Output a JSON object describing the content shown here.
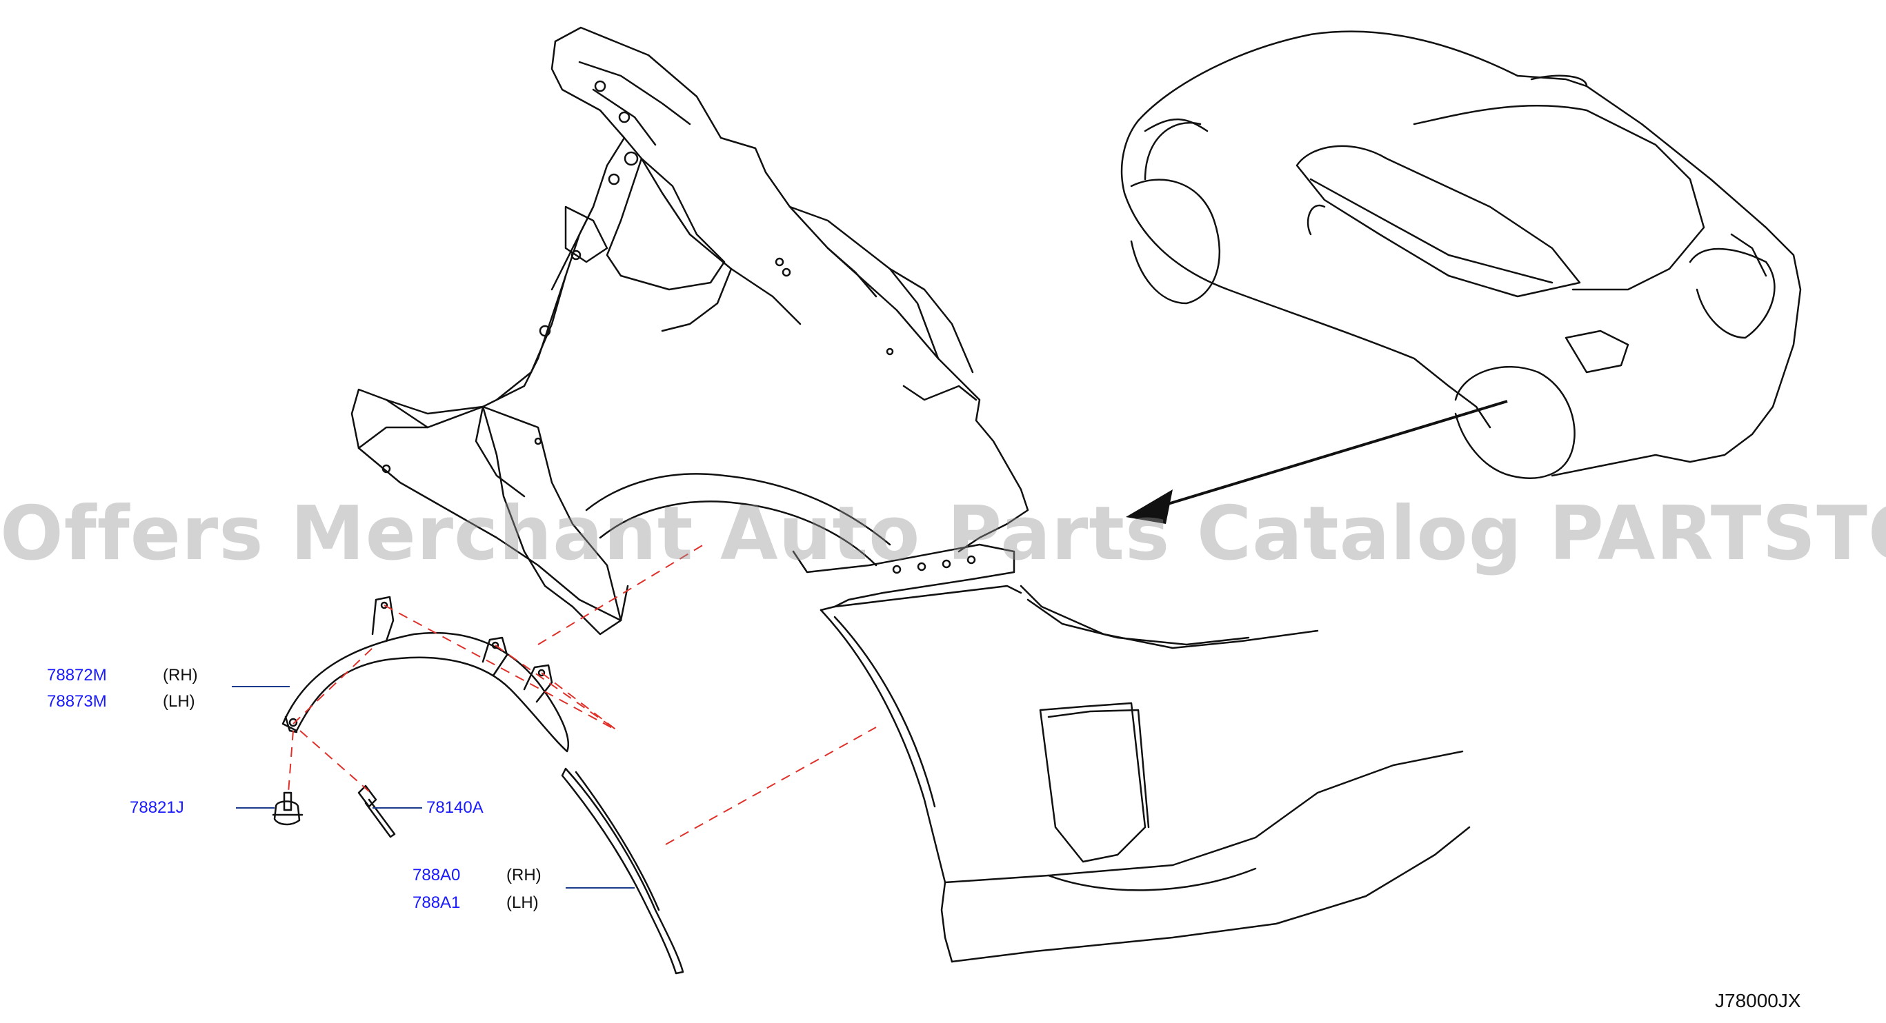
{
  "parts": [
    {
      "id": "rear-arch-bracket",
      "number_rh": "78872M",
      "side_rh": "(RH)",
      "number_lh": "78873M",
      "side_lh": "(LH)"
    },
    {
      "id": "clip",
      "number": "78821J"
    },
    {
      "id": "rivet",
      "number": "78140A"
    },
    {
      "id": "arch-molding",
      "number_rh": "788A0",
      "side_rh": "(RH)",
      "number_lh": "788A1",
      "side_lh": "(LH)"
    }
  ],
  "watermark": "Offers Merchant Auto Parts Catalog PARTSTORE.SA",
  "diagram_ref": "J78000JX",
  "colors": {
    "part_number": "#1a1aff",
    "leader": "#1a3a8a",
    "dash": "#e0302a",
    "drawing": "#111111"
  }
}
